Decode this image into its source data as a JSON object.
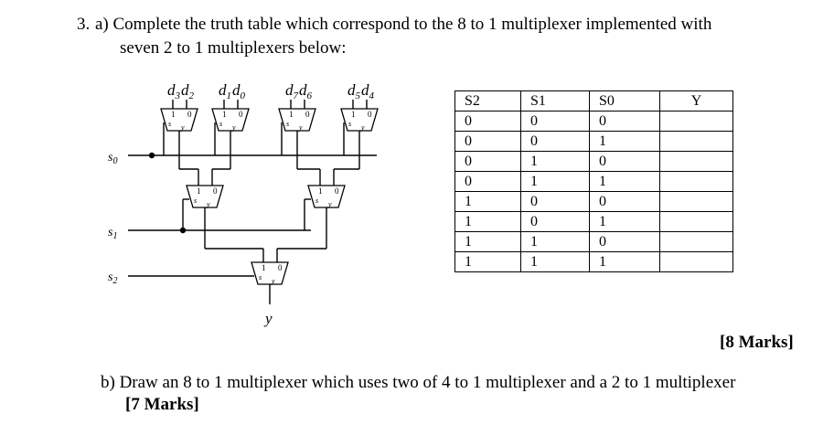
{
  "question": {
    "number": "3.",
    "part_a_line1": "a) Complete the truth table which correspond to the 8 to 1 multiplexer implemented with",
    "part_a_line2": "seven 2 to 1 multiplexers below:",
    "part_a_marks": "[8 Marks]",
    "part_b_text": "b)  Draw an 8 to 1 multiplexer which uses two of 4 to 1 multiplexer and a 2 to 1 multiplexer",
    "part_b_marks": "[7 Marks]"
  },
  "diagram": {
    "inputs": [
      {
        "a": "d",
        "a_sub": "3",
        "b": "d",
        "b_sub": "2"
      },
      {
        "a": "d",
        "a_sub": "1",
        "b": "d",
        "b_sub": "0"
      },
      {
        "a": "d",
        "a_sub": "7",
        "b": "d",
        "b_sub": "6"
      },
      {
        "a": "d",
        "a_sub": "5",
        "b": "d",
        "b_sub": "4"
      }
    ],
    "select_labels": [
      {
        "base": "s",
        "sub": "0"
      },
      {
        "base": "s",
        "sub": "1"
      },
      {
        "base": "s",
        "sub": "2"
      }
    ],
    "mux_in1": "1",
    "mux_in0": "0",
    "mux_sel": "s",
    "mux_out": "y",
    "output_label": "y"
  },
  "truth_table": {
    "headers": [
      "S2",
      "S1",
      "S0",
      "Y"
    ],
    "rows": [
      [
        "0",
        "0",
        "0",
        ""
      ],
      [
        "0",
        "0",
        "1",
        ""
      ],
      [
        "0",
        "1",
        "0",
        ""
      ],
      [
        "0",
        "1",
        "1",
        ""
      ],
      [
        "1",
        "0",
        "0",
        ""
      ],
      [
        "1",
        "0",
        "1",
        ""
      ],
      [
        "1",
        "1",
        "0",
        ""
      ],
      [
        "1",
        "1",
        "1",
        ""
      ]
    ]
  }
}
